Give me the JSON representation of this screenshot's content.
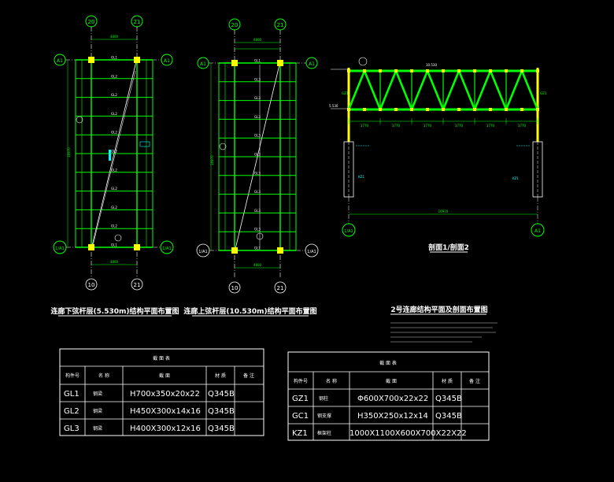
{
  "colors": {
    "background": "#000000",
    "member": "#00ff00",
    "grid": "#ffffff",
    "node": "#ffff00",
    "dim": "#00ff00",
    "annot": "#00ffff",
    "table": "#ffffff"
  },
  "plan1": {
    "title": "连廊下弦杆层(5.530m)结构平面布置图",
    "axis_top_left": "20",
    "axis_top_right": "21",
    "axis_bottom_left": "10",
    "axis_bottom_right": "21",
    "axis_row_top_left": "A1",
    "axis_row_top_right": "A1",
    "axis_row_bottom_left": "1/A1",
    "axis_row_bottom_right": "1/A1",
    "beam_labels": [
      "GL1",
      "GL2",
      "GL2",
      "GL2",
      "GL2",
      "GL2",
      "GL2",
      "GL2",
      "GL2",
      "GL2",
      "GL1"
    ]
  },
  "plan2": {
    "title": "连廊上弦杆层(10.530m)结构平面布置图",
    "axis_top_left": "20",
    "axis_top_right": "21",
    "axis_bottom_left": "10",
    "axis_bottom_right": "21",
    "axis_row_top_left": "A1",
    "axis_row_top_right": "A1",
    "axis_row_bottom_left": "1/A1",
    "axis_row_bottom_right": "1/A1",
    "beam_labels": [
      "GL1",
      "GL3",
      "GL3",
      "GL3",
      "GL3",
      "GL3",
      "GL3",
      "GL3",
      "GL3",
      "GL3",
      "GL1"
    ]
  },
  "section": {
    "label": "剖面1/剖面2",
    "group_title": "2号连廊结构平面及剖面布置图",
    "axis_left": "1/A1",
    "axis_right": "A1",
    "panel_dims": [
      "3770",
      "3770",
      "3770",
      "3770",
      "3770",
      "3770"
    ],
    "total_dim": "16970",
    "elev_top": "10.530",
    "elev_bottom": "5.530",
    "column_labels": [
      "GZ1",
      "GZ1"
    ],
    "support_labels": [
      "KZ1",
      "KZ1"
    ]
  },
  "table1": {
    "title": "截 面 表",
    "headers": [
      "构件号",
      "名 称",
      "截 面",
      "材 质",
      "备 注"
    ],
    "rows": [
      [
        "GL1",
        "钢梁",
        "H700x350x20x22",
        "Q345B",
        ""
      ],
      [
        "GL2",
        "钢梁",
        "H450X300x14x16",
        "Q345B",
        ""
      ],
      [
        "GL3",
        "钢梁",
        "H400X300x12x16",
        "Q345B",
        ""
      ]
    ]
  },
  "table2": {
    "title": "截 面 表",
    "headers": [
      "构件号",
      "名 称",
      "截 面",
      "材 质",
      "备 注"
    ],
    "rows": [
      [
        "GZ1",
        "钢柱",
        "Φ600X700x22x22",
        "Q345B",
        ""
      ],
      [
        "GC1",
        "钢支撑",
        "H350X250x12x14",
        "Q345B",
        ""
      ],
      [
        "KZ1",
        "框架柱",
        "1000X1100X600X700X22X22",
        "Q345B",
        ""
      ]
    ]
  }
}
